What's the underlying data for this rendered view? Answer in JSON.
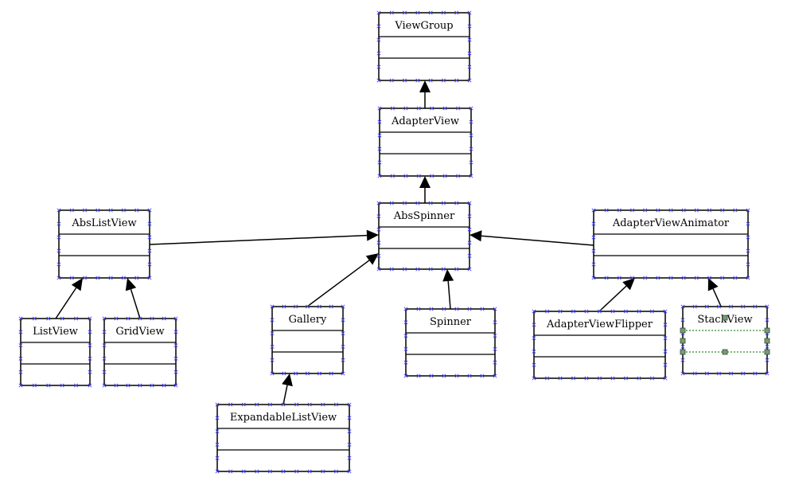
{
  "diagram": {
    "classes": [
      {
        "id": "ViewGroup",
        "name": "ViewGroup",
        "selected": false
      },
      {
        "id": "AdapterView",
        "name": "AdapterView",
        "selected": false
      },
      {
        "id": "AbsSpinner",
        "name": "AbsSpinner",
        "selected": false
      },
      {
        "id": "AbsListView",
        "name": "AbsListView",
        "selected": false
      },
      {
        "id": "AdapterViewAnimator",
        "name": "AdapterViewAnimator",
        "selected": false
      },
      {
        "id": "ListView",
        "name": "ListView",
        "selected": false
      },
      {
        "id": "GridView",
        "name": "GridView",
        "selected": false
      },
      {
        "id": "Gallery",
        "name": "Gallery",
        "selected": false
      },
      {
        "id": "Spinner",
        "name": "Spinner",
        "selected": false
      },
      {
        "id": "AdapterViewFlipper",
        "name": "AdapterViewFlipper",
        "selected": false
      },
      {
        "id": "StackView",
        "name": "StackView",
        "selected": true
      },
      {
        "id": "ExpandableListView",
        "name": "ExpandableListView",
        "selected": false
      }
    ],
    "generalizations": [
      {
        "child": "AdapterView",
        "parent": "ViewGroup"
      },
      {
        "child": "AbsSpinner",
        "parent": "AdapterView"
      },
      {
        "child": "AbsListView",
        "parent": "AbsSpinner"
      },
      {
        "child": "AdapterViewAnimator",
        "parent": "AbsSpinner"
      },
      {
        "child": "Gallery",
        "parent": "AbsSpinner"
      },
      {
        "child": "Spinner",
        "parent": "AbsSpinner"
      },
      {
        "child": "ListView",
        "parent": "AbsListView"
      },
      {
        "child": "GridView",
        "parent": "AbsListView"
      },
      {
        "child": "AdapterViewFlipper",
        "parent": "AdapterViewAnimator"
      },
      {
        "child": "StackView",
        "parent": "AdapterViewAnimator"
      },
      {
        "child": "ExpandableListView",
        "parent": "Gallery"
      }
    ]
  }
}
